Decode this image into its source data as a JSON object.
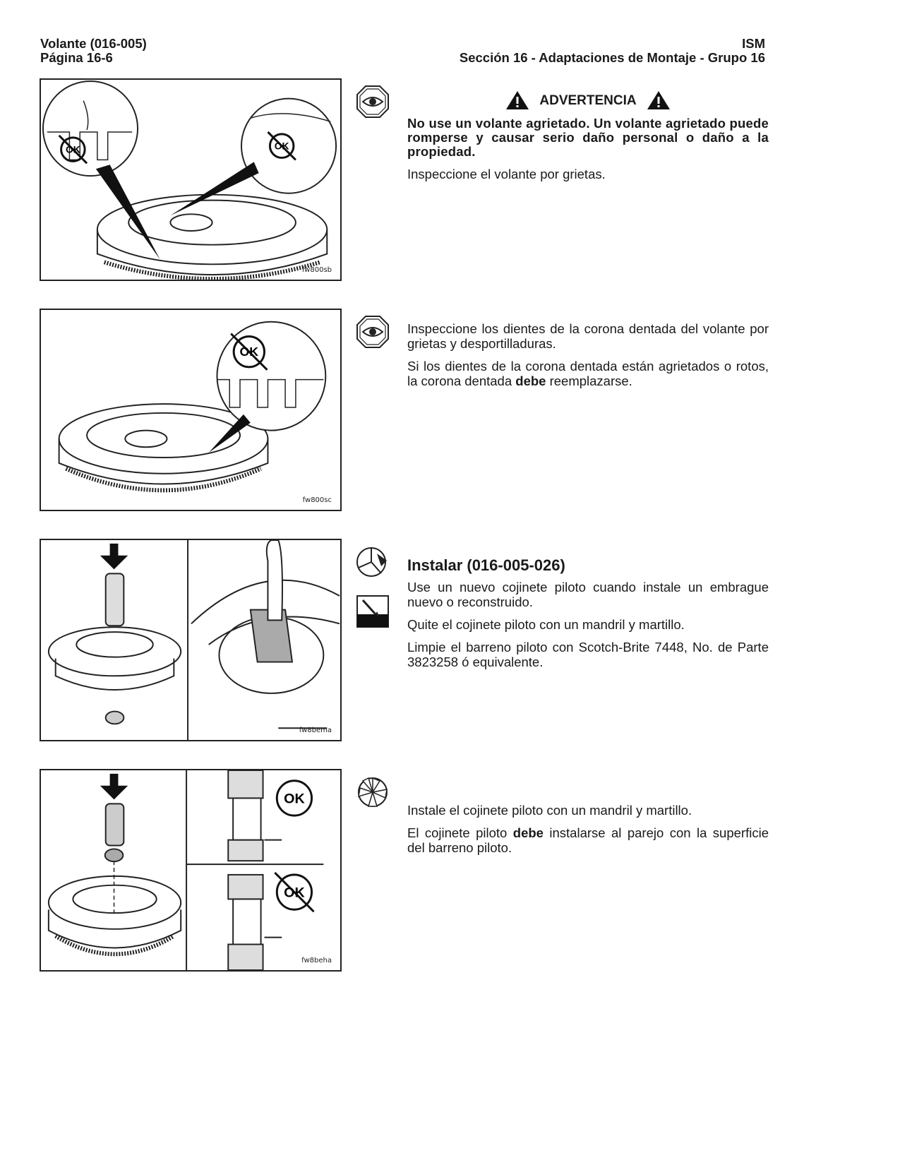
{
  "header": {
    "left_line1": "Volante (016-005)",
    "left_line2": "Página 16-6",
    "right_line1": "ISM",
    "right_line2": "Sección 16 - Adaptaciones de Montaje - Grupo 16"
  },
  "figures": [
    {
      "code": "fw800sb"
    },
    {
      "code": "fw800sc"
    },
    {
      "code": "fw8bema"
    },
    {
      "code": "fw8beha"
    }
  ],
  "fig_labels": {
    "ok": "OK"
  },
  "block1": {
    "warning_title": "ADVERTENCIA",
    "warning_text": "No use un volante agrietado. Un volante agrietado puede romperse y causar serio daño personal o daño a la propiedad.",
    "text": "Inspeccione el volante por grietas."
  },
  "block2": {
    "p1": "Inspeccione los dientes de la corona dentada del volante por grietas y desportilladuras.",
    "p2_pre": "Si los dientes de la corona dentada están agrietados o rotos, la corona dentada ",
    "p2_bold": "debe",
    "p2_post": " reemplazarse."
  },
  "block3": {
    "title": "Instalar (016-005-026)",
    "p1": "Use un nuevo cojinete piloto cuando instale un embrague nuevo o reconstruido.",
    "p2": "Quite el cojinete piloto con un mandril y martillo.",
    "p3": "Limpie el barreno piloto con Scotch-Brite 7448, No. de Parte 3823258 ó equivalente."
  },
  "block4": {
    "p1": "Instale el cojinete piloto con un mandril y martillo.",
    "p2_pre": "El cojinete piloto ",
    "p2_bold": "debe",
    "p2_post": " instalarse al parejo con la superficie del barreno piloto."
  },
  "icons": [
    "inspect-eye-icon",
    "inspect-eye-icon",
    "assembly-removal-icon",
    "cleaning-icon",
    "assembly-install-icon"
  ]
}
